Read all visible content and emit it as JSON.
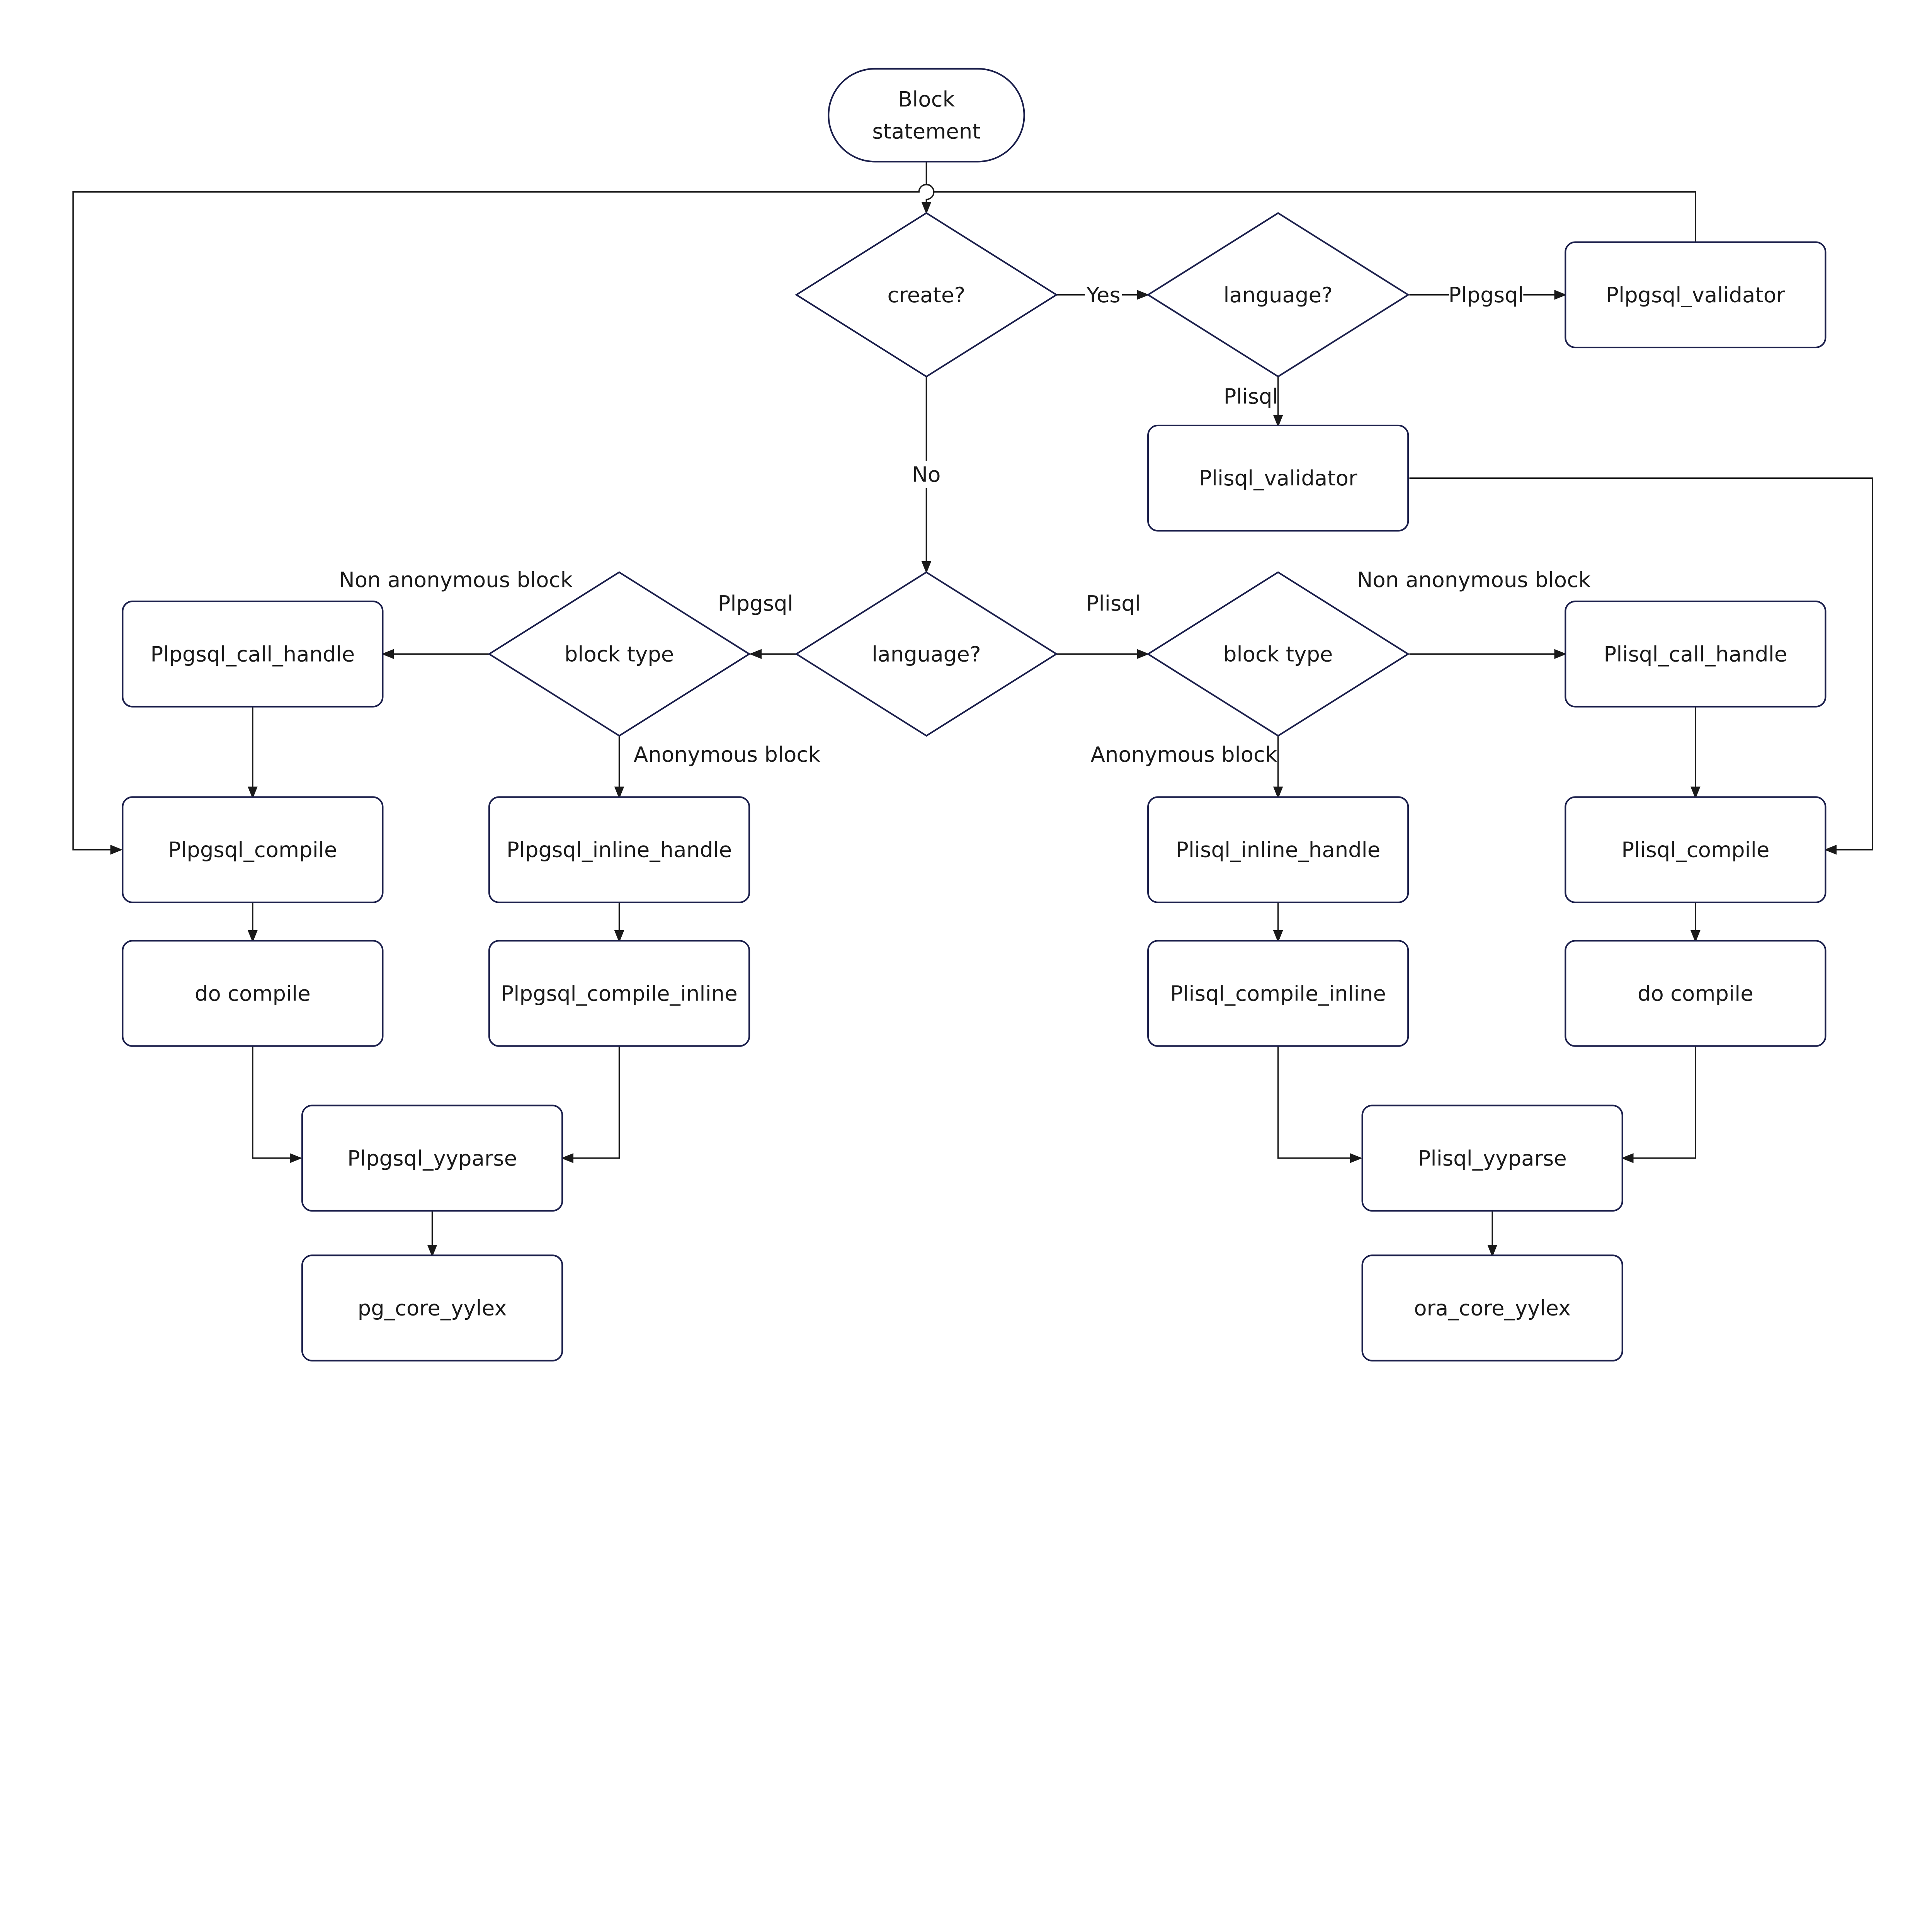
{
  "colors": {
    "stroke": "#1b1f4b",
    "line": "#1a1a1a",
    "background": "#ffffff"
  },
  "nodes": {
    "start": {
      "label": [
        "Block",
        "statement"
      ],
      "shape": "terminator"
    },
    "create": {
      "label": [
        "create?"
      ],
      "shape": "decision"
    },
    "lang_top": {
      "label": [
        "language?"
      ],
      "shape": "decision"
    },
    "plpgsql_validator": {
      "label": [
        "Plpgsql_validator"
      ],
      "shape": "process"
    },
    "plisql_validator": {
      "label": [
        "Plisql_validator"
      ],
      "shape": "process"
    },
    "lang_mid": {
      "label": [
        "language?"
      ],
      "shape": "decision"
    },
    "btype_left": {
      "label": [
        "block type"
      ],
      "shape": "decision"
    },
    "btype_right": {
      "label": [
        "block type"
      ],
      "shape": "decision"
    },
    "plpgsql_call_handle": {
      "label": [
        "Plpgsql_call_handle"
      ],
      "shape": "process"
    },
    "plisql_call_handle": {
      "label": [
        "Plisql_call_handle"
      ],
      "shape": "process"
    },
    "plpgsql_compile": {
      "label": [
        "Plpgsql_compile"
      ],
      "shape": "process"
    },
    "plpgsql_inline_handle": {
      "label": [
        "Plpgsql_inline_handle"
      ],
      "shape": "process"
    },
    "plisql_inline_handle": {
      "label": [
        "Plisql_inline_handle"
      ],
      "shape": "process"
    },
    "plisql_compile": {
      "label": [
        "Plisql_compile"
      ],
      "shape": "process"
    },
    "do_compile_left": {
      "label": [
        "do compile"
      ],
      "shape": "process"
    },
    "plpgsql_compile_inline": {
      "label": [
        "Plpgsql_compile_inline"
      ],
      "shape": "process"
    },
    "plisql_compile_inline": {
      "label": [
        "Plisql_compile_inline"
      ],
      "shape": "process"
    },
    "do_compile_right": {
      "label": [
        "do compile"
      ],
      "shape": "process"
    },
    "plpgsql_yyparse": {
      "label": [
        "Plpgsql_yyparse"
      ],
      "shape": "process"
    },
    "plisql_yyparse": {
      "label": [
        "Plisql_yyparse"
      ],
      "shape": "process"
    },
    "pg_core_yylex": {
      "label": [
        "pg_core_yylex"
      ],
      "shape": "process"
    },
    "ora_core_yylex": {
      "label": [
        "ora_core_yylex"
      ],
      "shape": "process"
    }
  },
  "edge_labels": {
    "yes": "Yes",
    "no": "No",
    "top_plpgsql": "Plpgsql",
    "top_plisql": "Plisql",
    "mid_plpgsql": "Plpgsql",
    "mid_plisql": "Plisql",
    "left_non_anon": "Non anonymous block",
    "left_anon": "Anonymous block",
    "right_non_anon": "Non anonymous block",
    "right_anon": "Anonymous block"
  }
}
